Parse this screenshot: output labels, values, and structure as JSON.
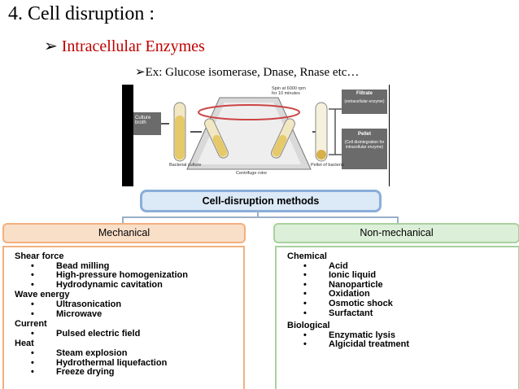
{
  "slide": {
    "title": "4. Cell disruption :",
    "subtitle_bullet": "➢",
    "subtitle": "Intracellular Enzymes",
    "example_bullet": "➢",
    "example": "Ex:  Glucose isomerase, Dnase, Rnase etc…"
  },
  "figure": {
    "culture_broth": "Culture broth",
    "bacterial_culture": "Bacterial culture",
    "spin_note": "Spin at 6000 rpm for 10 minutes",
    "centrifuge_rotor": "Centrifuge rotor",
    "pellet_of_bacteria": "Pellet of bacteria",
    "filtrate_title": "Filtrate",
    "filtrate_desc": "(extracellular enzyme)",
    "pellet_title": "Pellet",
    "pellet_desc": "(Cell disintegration for intracellular enzyme)"
  },
  "methods": {
    "root": "Cell-disruption methods",
    "mechanical": {
      "heading": "Mechanical",
      "groups": [
        {
          "name": "Shear force",
          "items": [
            "Bead milling",
            "High-pressure homogenization",
            "Hydrodynamic cavitation"
          ]
        },
        {
          "name": "Wave energy",
          "items": [
            "Ultrasonication",
            "Microwave"
          ]
        },
        {
          "name": "Current",
          "items": [
            "Pulsed electric field"
          ]
        },
        {
          "name": "Heat",
          "items": [
            "Steam explosion",
            "Hydrothermal liquefaction",
            "Freeze drying"
          ]
        }
      ]
    },
    "non_mechanical": {
      "heading": "Non-mechanical",
      "groups": [
        {
          "name": "Chemical",
          "items": [
            "Acid",
            "Ionic liquid",
            "Nanoparticle",
            "Oxidation",
            "Osmotic shock",
            "Surfactant"
          ]
        },
        {
          "name": "Biological",
          "items": [
            "Enzymatic lysis",
            "Algicidal treatment"
          ]
        }
      ]
    }
  },
  "colors": {
    "subtitle": "#c00000",
    "root_border": "#8aaed9",
    "mechanical_border": "#f2b07e",
    "non_mechanical_border": "#a8d19e"
  }
}
